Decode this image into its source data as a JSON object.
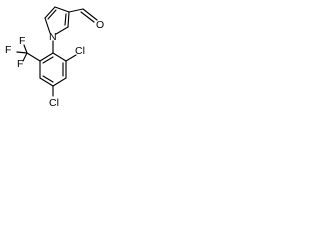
{
  "molecule": {
    "atoms": {
      "n1": "N",
      "o1": "O",
      "cl_ortho": "Cl",
      "cl_para": "Cl",
      "f_top": "F",
      "f_left": "F",
      "f_bottom": "F"
    }
  },
  "colors": {
    "background": "#ffffff",
    "ink": "#000000"
  }
}
